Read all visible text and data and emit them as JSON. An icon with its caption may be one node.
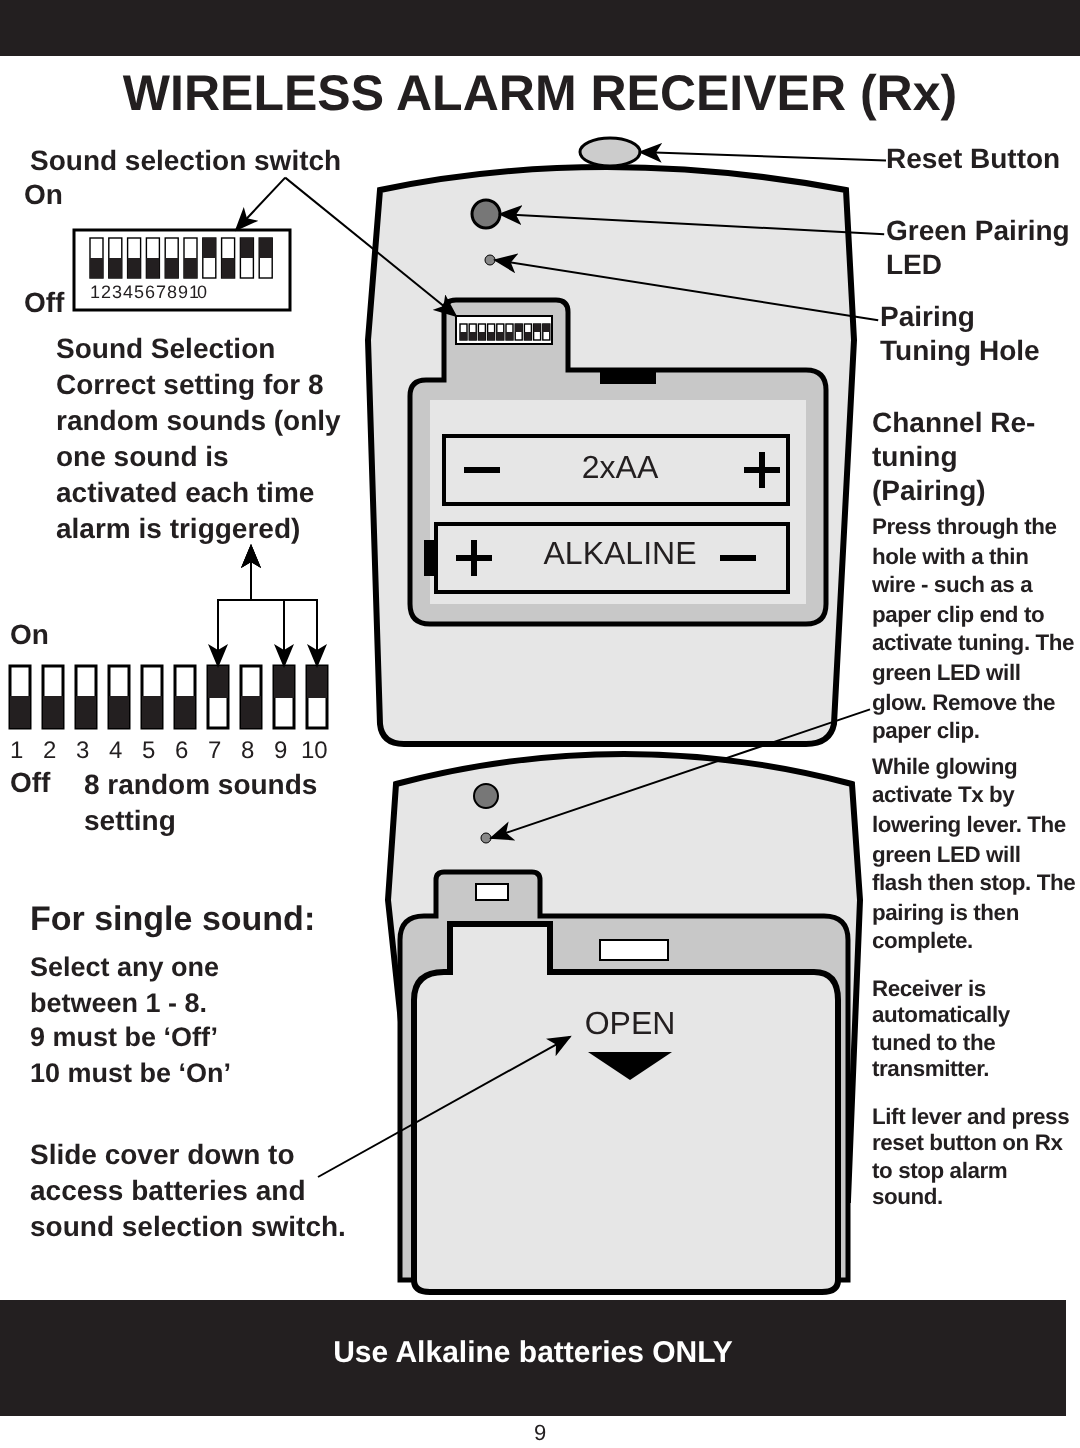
{
  "diagram": {
    "title": "WIRELESS ALARM RECEIVER (Rx)",
    "nodes": [
      {
        "text": [
          "Sound selection switch"
        ]
      },
      {
        "text": [],
        "shape": "box"
      },
      {
        "text": [
          "Reset Button"
        ]
      },
      {
        "text": [],
        "shape": "circle"
      },
      {
        "text": [
          "Green Pairing LED"
        ]
      },
      {
        "text": [],
        "shape": "circle"
      },
      {
        "text": [
          "Pairing Tuning Hole"
        ]
      },
      {
        "text": [],
        "shape": "circle"
      },
      {
        "text": [],
        "shape": "box"
      },
      {
        "text": [
          "Sound Selection",
          "Correct setting for 8 random sounds (only one sound is activated each time alarm is triggered)"
        ]
      },
      {
        "text": [
          "Channel Re-tuning (Pairing)",
          "Press through the hole with a thin wire - such as a paper clip end to activate tuning. The green LED will glow. Remove the paper clip.",
          "While glowing activate Tx by lowering lever. The green LED will flash then stop. The pairing is then complete."
        ]
      },
      {
        "text": [],
        "shape": "bar"
      },
      {
        "text": [],
        "shape": "bar"
      },
      {
        "text": [],
        "shape": "bar"
      },
      {
        "text": [],
        "shape": "bar"
      },
      {
        "text": [],
        "shape": "bar"
      },
      {
        "text": [],
        "shape": "bar"
      },
      {
        "text": [],
        "shape": "bar"
      },
      {
        "text": [],
        "shape": "bar"
      },
      {
        "text": [],
        "shape": "bar"
      },
      {
        "text": [],
        "shape": "bar"
      },
      {
        "text": [],
        "shape": "circle"
      },
      {
        "text": [
          "OPEN"
        ]
      },
      {
        "text": [
          "Slide cover down to access batteries and sound selection switch."
        ]
      }
    ],
    "edges": [
      {
        "from": 0,
        "to": 1,
        "arrow": "to"
      },
      {
        "from": 0,
        "to": 8,
        "arrow": "to"
      },
      {
        "from": 2,
        "to": 3,
        "arrow": "to"
      },
      {
        "from": 4,
        "to": 5,
        "arrow": "to"
      },
      {
        "from": 6,
        "to": 7,
        "arrow": "to"
      },
      {
        "from": 17,
        "to": 9,
        "arrow": "both"
      },
      {
        "from": 19,
        "to": 9,
        "arrow": "both"
      },
      {
        "from": 20,
        "to": 9,
        "arrow": "both"
      },
      {
        "from": 10,
        "to": 21,
        "arrow": "to"
      },
      {
        "from": 23,
        "to": 22,
        "arrow": "to"
      }
    ],
    "labels": [
      "On",
      "1 2 3 4 5 6 7 8 9 10",
      "Off",
      "On",
      "1",
      "2",
      "3",
      "4",
      "5",
      "6",
      "7",
      "8",
      "9",
      "10",
      "Off",
      "8 random sounds setting",
      "For single sound:",
      "Select any one between 1 - 8.",
      "9 must be ‘Off’",
      "10 must be ‘On’",
      "2xAA",
      "ALKALINE",
      "Receiver is automatically tuned to the transmitter.",
      "Lift lever and press reset button on Rx to stop alarm sound.",
      "Use Alkaline batteries ONLY",
      "9"
    ]
  }
}
